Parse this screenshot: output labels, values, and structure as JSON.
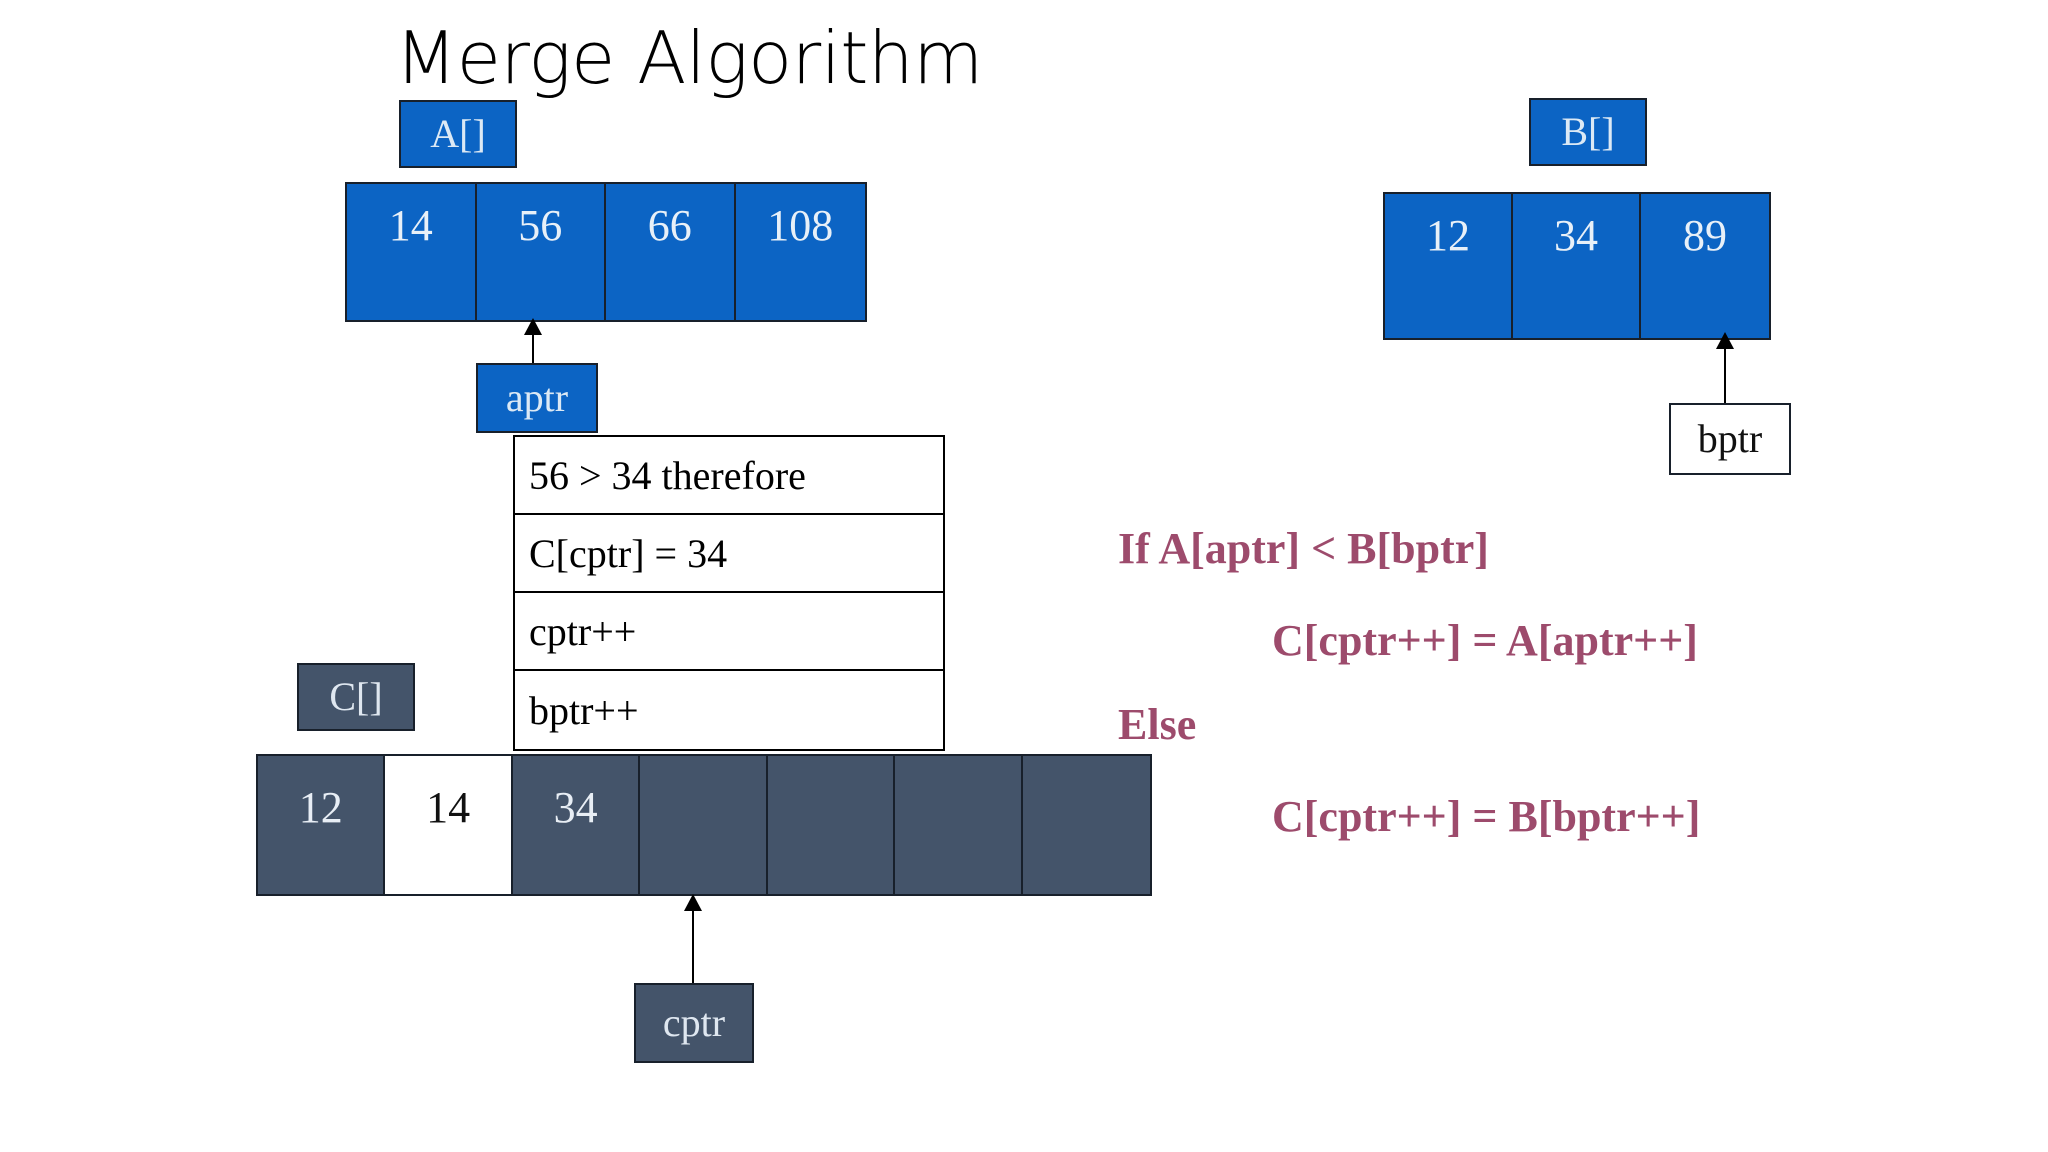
{
  "slide": {
    "title": "Merge Algorithm",
    "background": "#ffffff",
    "colors": {
      "blue": "#0c64c4",
      "slate": "#44546a",
      "code_maroon": "#9d4b6c",
      "border": "#18202b",
      "text_light": "#e8f0f8"
    }
  },
  "arrays": {
    "a": {
      "label": "A[]",
      "values": [
        "14",
        "56",
        "66",
        "108"
      ],
      "pointer": {
        "name": "aptr",
        "index": 1
      }
    },
    "b": {
      "label": "B[]",
      "values": [
        "12",
        "34",
        "89"
      ],
      "pointer": {
        "name": "bptr",
        "index": 2
      }
    },
    "c": {
      "label": "C[]",
      "values": [
        "12",
        "14",
        "34",
        "",
        "",
        "",
        ""
      ],
      "highlighted_index": 1,
      "pointer": {
        "name": "cptr",
        "index": 3
      }
    }
  },
  "steps": {
    "rows": [
      "56 > 34 therefore",
      "C[cptr] = 34",
      "cptr++",
      "bptr++"
    ]
  },
  "pseudocode": {
    "if_line": "If A[aptr] < B[bptr]",
    "then_line": "C[cptr++] = A[aptr++]",
    "else_keyword": "Else",
    "else_line": "C[cptr++] = B[bptr++]"
  }
}
